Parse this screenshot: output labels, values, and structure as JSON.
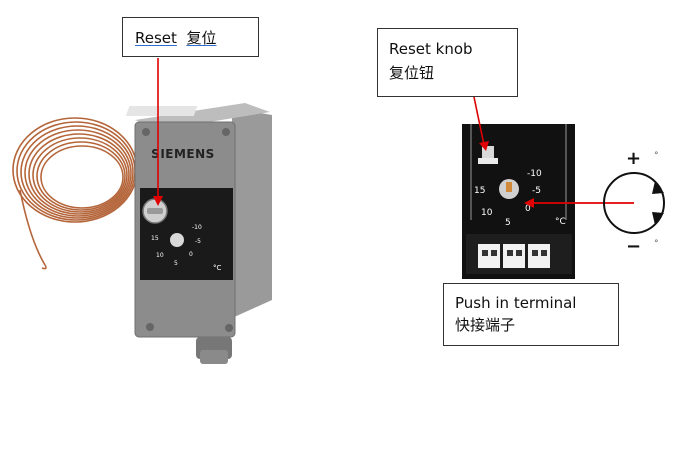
{
  "labels": {
    "reset": {
      "en": "Reset",
      "zh": "复位"
    },
    "reset_knob": {
      "en": "Reset knob",
      "zh": "复位钮"
    },
    "push_terminal": {
      "en": "Push in terminal",
      "zh": "快接端子"
    }
  },
  "device": {
    "brand": "SIEMENS",
    "unit": "°C",
    "dial_ticks": [
      "-10",
      "-5",
      "0",
      "5",
      "10",
      "15"
    ]
  },
  "adjust": {
    "plus": "+",
    "minus": "−",
    "plus_unit": "°",
    "minus_unit": "°"
  },
  "colors": {
    "arrow": "#e00000",
    "copper": "#b5653a",
    "housing": "#8c8c8c",
    "dial": "#1a1a1a"
  }
}
